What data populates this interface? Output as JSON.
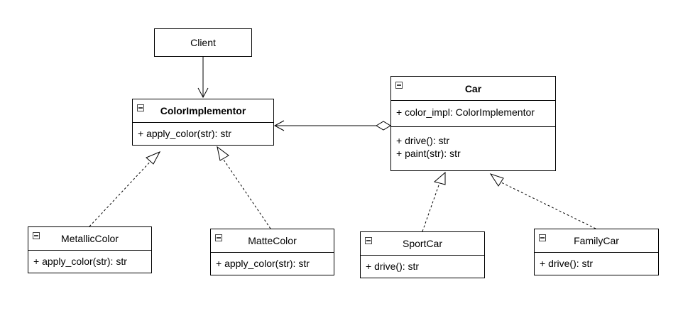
{
  "client": {
    "label": "Client"
  },
  "color_implementor": {
    "name": "ColorImplementor",
    "methods": [
      "+ apply_color(str): str"
    ]
  },
  "car": {
    "name": "Car",
    "attributes": [
      "+ color_impl: ColorImplementor"
    ],
    "methods": [
      "+ drive(): str",
      "+ paint(str): str"
    ]
  },
  "metallic_color": {
    "name": "MetallicColor",
    "methods": [
      "+ apply_color(str): str"
    ]
  },
  "matte_color": {
    "name": "MatteColor",
    "methods": [
      "+ apply_color(str): str"
    ]
  },
  "sport_car": {
    "name": "SportCar",
    "methods": [
      "+ drive(): str"
    ]
  },
  "family_car": {
    "name": "FamilyCar",
    "methods": [
      "+ drive(): str"
    ]
  }
}
